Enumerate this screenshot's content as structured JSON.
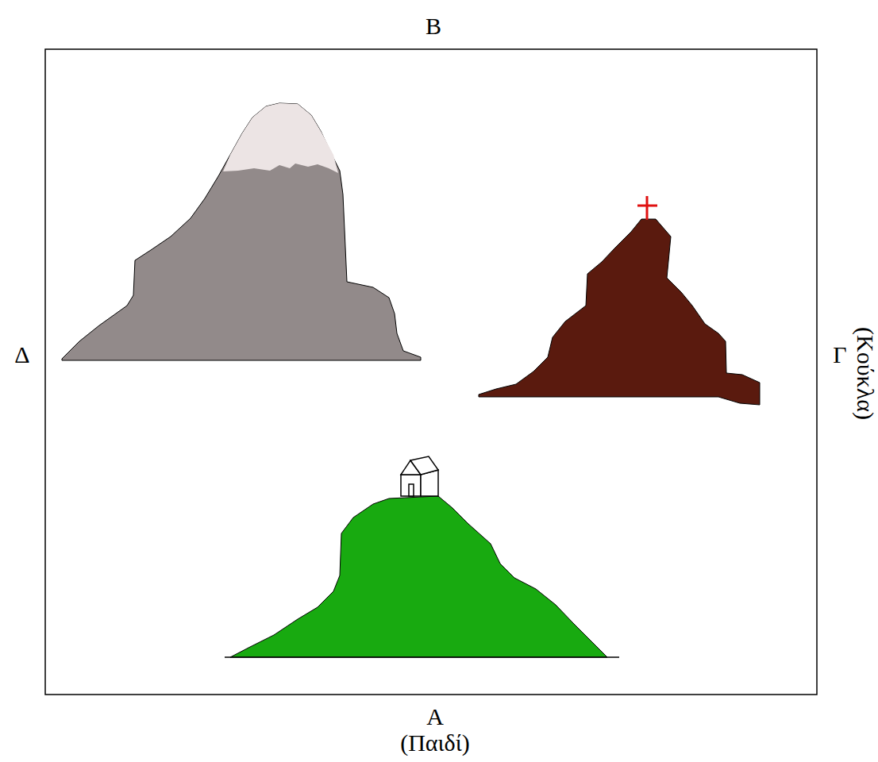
{
  "diagram": {
    "labels": [
      "B",
      "Δ",
      "Γ",
      "(Κούκλα)",
      "A",
      "(Παιδί)"
    ]
  }
}
